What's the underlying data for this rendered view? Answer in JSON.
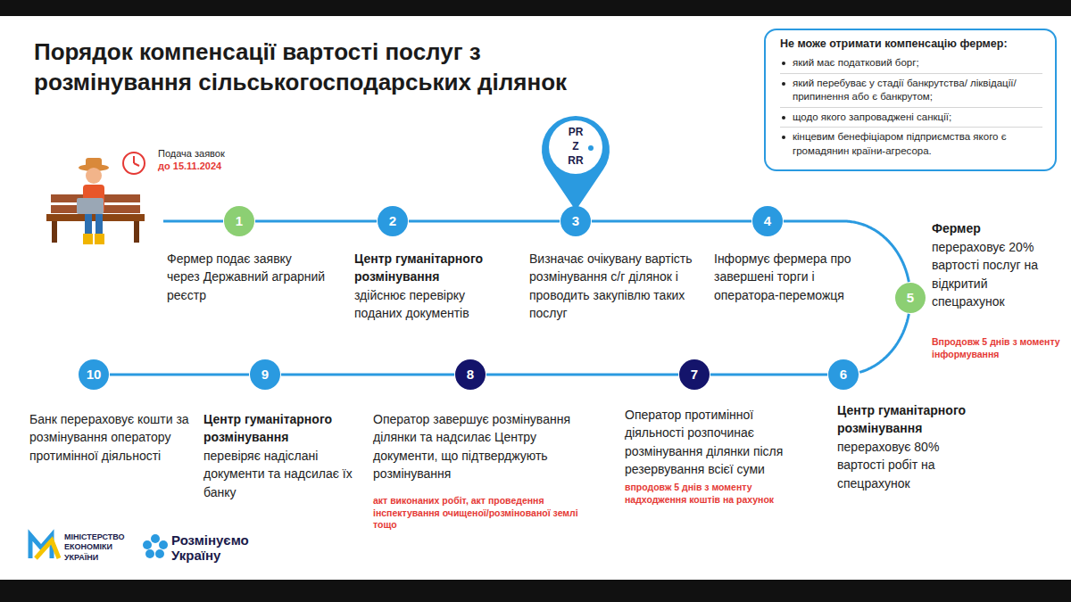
{
  "diagram": {
    "title": "Порядок компенсації вартості послуг з розмінування сільськогосподарських ділянок",
    "nodes": [
      {
        "text": [
          "1",
          "Фермер подає заявку через Державний аграрний реєстр"
        ]
      },
      {
        "text": [
          "2",
          "Центр гуманітарного розмінування",
          "здійснює перевірку поданих документів"
        ]
      },
      {
        "text": [
          "3",
          "Визначає очікувану вартість розмінування с/г ділянок і проводить закупівлю таких послуг"
        ]
      },
      {
        "text": [
          "4",
          "Інформує фермера про завершені торги і оператора-переможця"
        ]
      },
      {
        "text": [
          "5",
          "Фермер",
          "перераховує 20% вартості послуг на відкритий спецрахунок",
          "Впродовж 5 днів з моменту інформування"
        ]
      },
      {
        "text": [
          "6",
          "Центр гуманітарного розмінування",
          "перераховує 80% вартості робіт на спецрахунок"
        ]
      },
      {
        "text": [
          "7",
          "Оператор протимінної діяльності розпочинає розмінування ділянки після резервування всієї суми",
          "впродовж 5 днів з моменту надходження коштів на рахунок"
        ]
      },
      {
        "text": [
          "8",
          "Оператор завершує розмінування ділянки та надсилає Центру документи, що підтверджують розмінування",
          "акт виконаних робіт, акт проведення інспектування очищеної/розмінованої землі тощо"
        ]
      },
      {
        "text": [
          "9",
          "Центр гуманітарного розмінування",
          "перевіряє надіслані документи та надсилає їх банку"
        ]
      },
      {
        "text": [
          "10",
          "Банк перераховує кошти за розмінування оператору протимінної діяльності"
        ]
      },
      {
        "text": [
          "Не може отримати компенсацію фермер:",
          "який має податковий борг;",
          "який перебуває у стадії банкрутства/ ліквідації/припинення або є банкрутом;",
          "щодо якого запроваджені санкції;",
          "кінцевим бенефіціаром підприємства якого є громадянин країни-агресора."
        ]
      }
    ],
    "edges": [
      {
        "from": 0,
        "to": 1,
        "arrow": "none"
      },
      {
        "from": 1,
        "to": 2,
        "arrow": "none"
      },
      {
        "from": 2,
        "to": 3,
        "arrow": "none"
      },
      {
        "from": 3,
        "to": 4,
        "arrow": "none"
      },
      {
        "from": 4,
        "to": 5,
        "arrow": "none"
      },
      {
        "from": 5,
        "to": 6,
        "arrow": "none"
      },
      {
        "from": 6,
        "to": 7,
        "arrow": "none"
      },
      {
        "from": 7,
        "to": 8,
        "arrow": "none"
      },
      {
        "from": 8,
        "to": 9,
        "arrow": "none"
      }
    ],
    "labels": [
      "Подача заявок",
      "до 15.11.2024",
      "PR",
      "Z",
      "RR",
      "МІНІСТЕРСТВО ЕКОНОМІКИ УКРАЇНИ",
      "Розмінуємо Україну"
    ]
  }
}
